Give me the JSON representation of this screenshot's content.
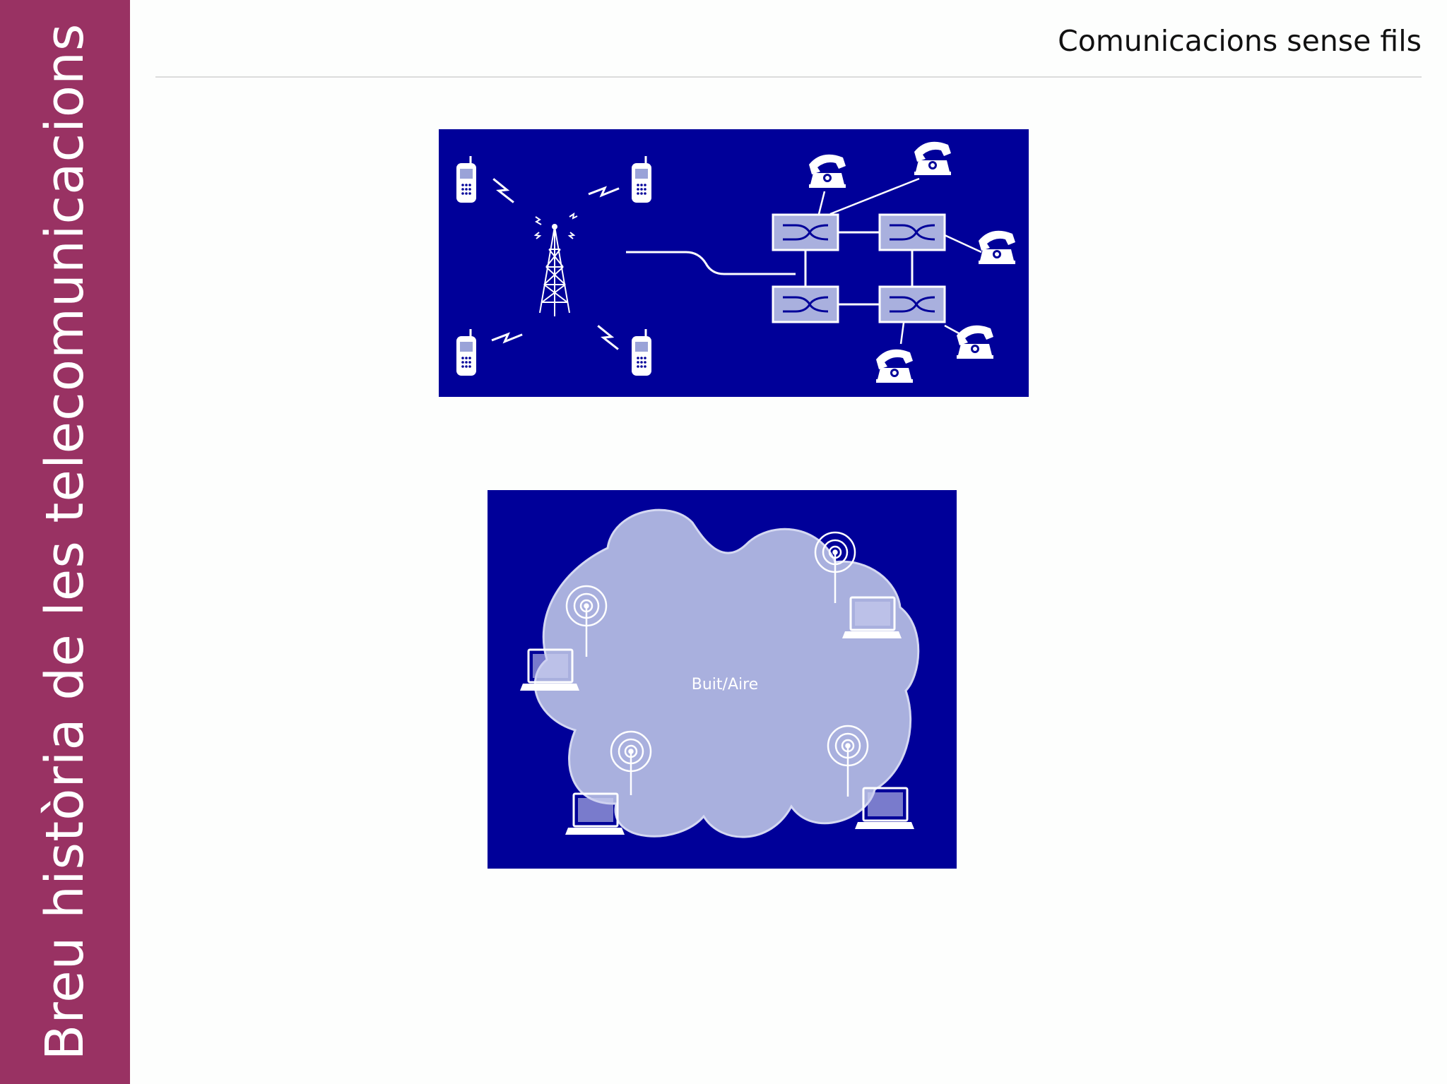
{
  "sidebar": {
    "title": "Breu història de les telecomunicacions"
  },
  "header": {
    "title": "Comunicacions sense fils"
  },
  "figures": {
    "telephony_network": {
      "background": "#000099",
      "switch_fill": "#a9b0de"
    },
    "wireless_network": {
      "cloud_label": "Buit/Aire",
      "background": "#000099",
      "cloud_fill": "#a9b0de"
    }
  },
  "colors": {
    "sidebar": "#993263",
    "page": "#fdfefd"
  }
}
